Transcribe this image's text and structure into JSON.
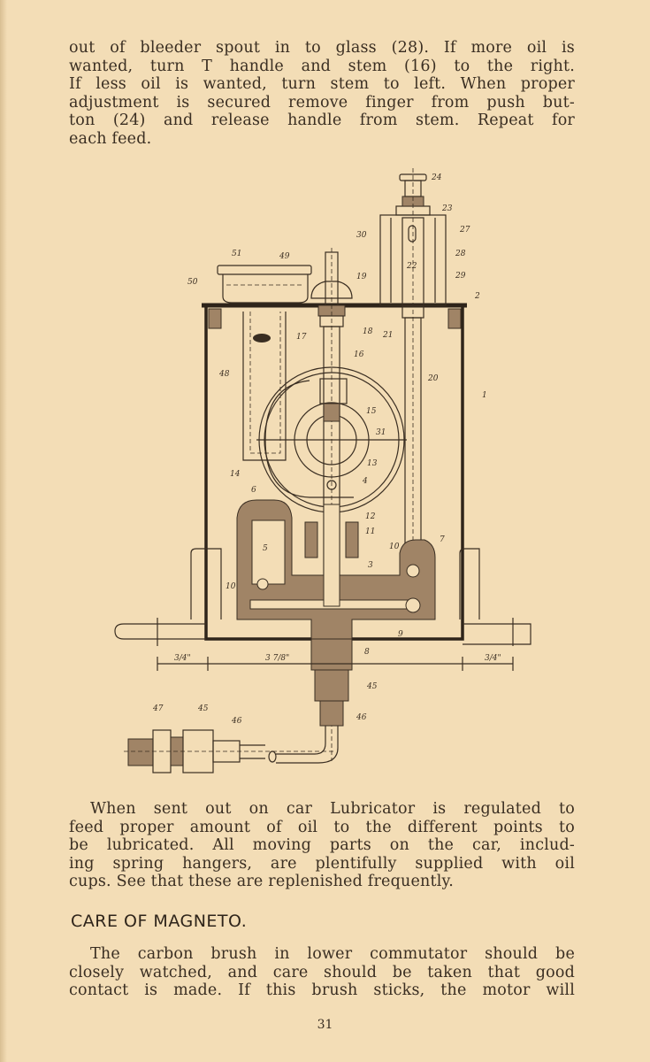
{
  "paragraph1": [
    "out of bleeder spout in to glass (28). If more oil is",
    "wanted, turn T handle and stem (16) to the right.",
    "If less oil is wanted, turn stem to left. When proper",
    "adjustment is secured remove finger from push but-",
    "ton (24) and release handle from stem. Repeat for",
    "each feed."
  ],
  "figure": {
    "labels": [
      "24",
      "23",
      "27",
      "30",
      "28",
      "22",
      "29",
      "2",
      "51",
      "49",
      "50",
      "19",
      "17",
      "18",
      "21",
      "16",
      "48",
      "20",
      "1",
      "15",
      "31",
      "13",
      "14",
      "4",
      "6",
      "12",
      "11",
      "7",
      "10",
      "5",
      "3",
      "10",
      "9",
      "8",
      "45",
      "46",
      "47",
      "45",
      "46"
    ],
    "dimensions": [
      "3/4\"",
      "3 7/8\"",
      "3/4\""
    ]
  },
  "paragraph2": [
    "When sent out on car Lubricator is regulated to",
    "feed proper amount of oil to the different points to",
    "be lubricated. All moving parts on the car, includ-",
    "ing spring hangers, are plentifully supplied with oil",
    "cups. See that these are replenished frequently."
  ],
  "heading": "CARE OF MAGNETO.",
  "paragraph3": [
    "The carbon brush in lower commutator should be",
    "closely watched, and care should be taken that good",
    "contact is made. If this brush sticks, the motor will"
  ],
  "page_number": "31"
}
